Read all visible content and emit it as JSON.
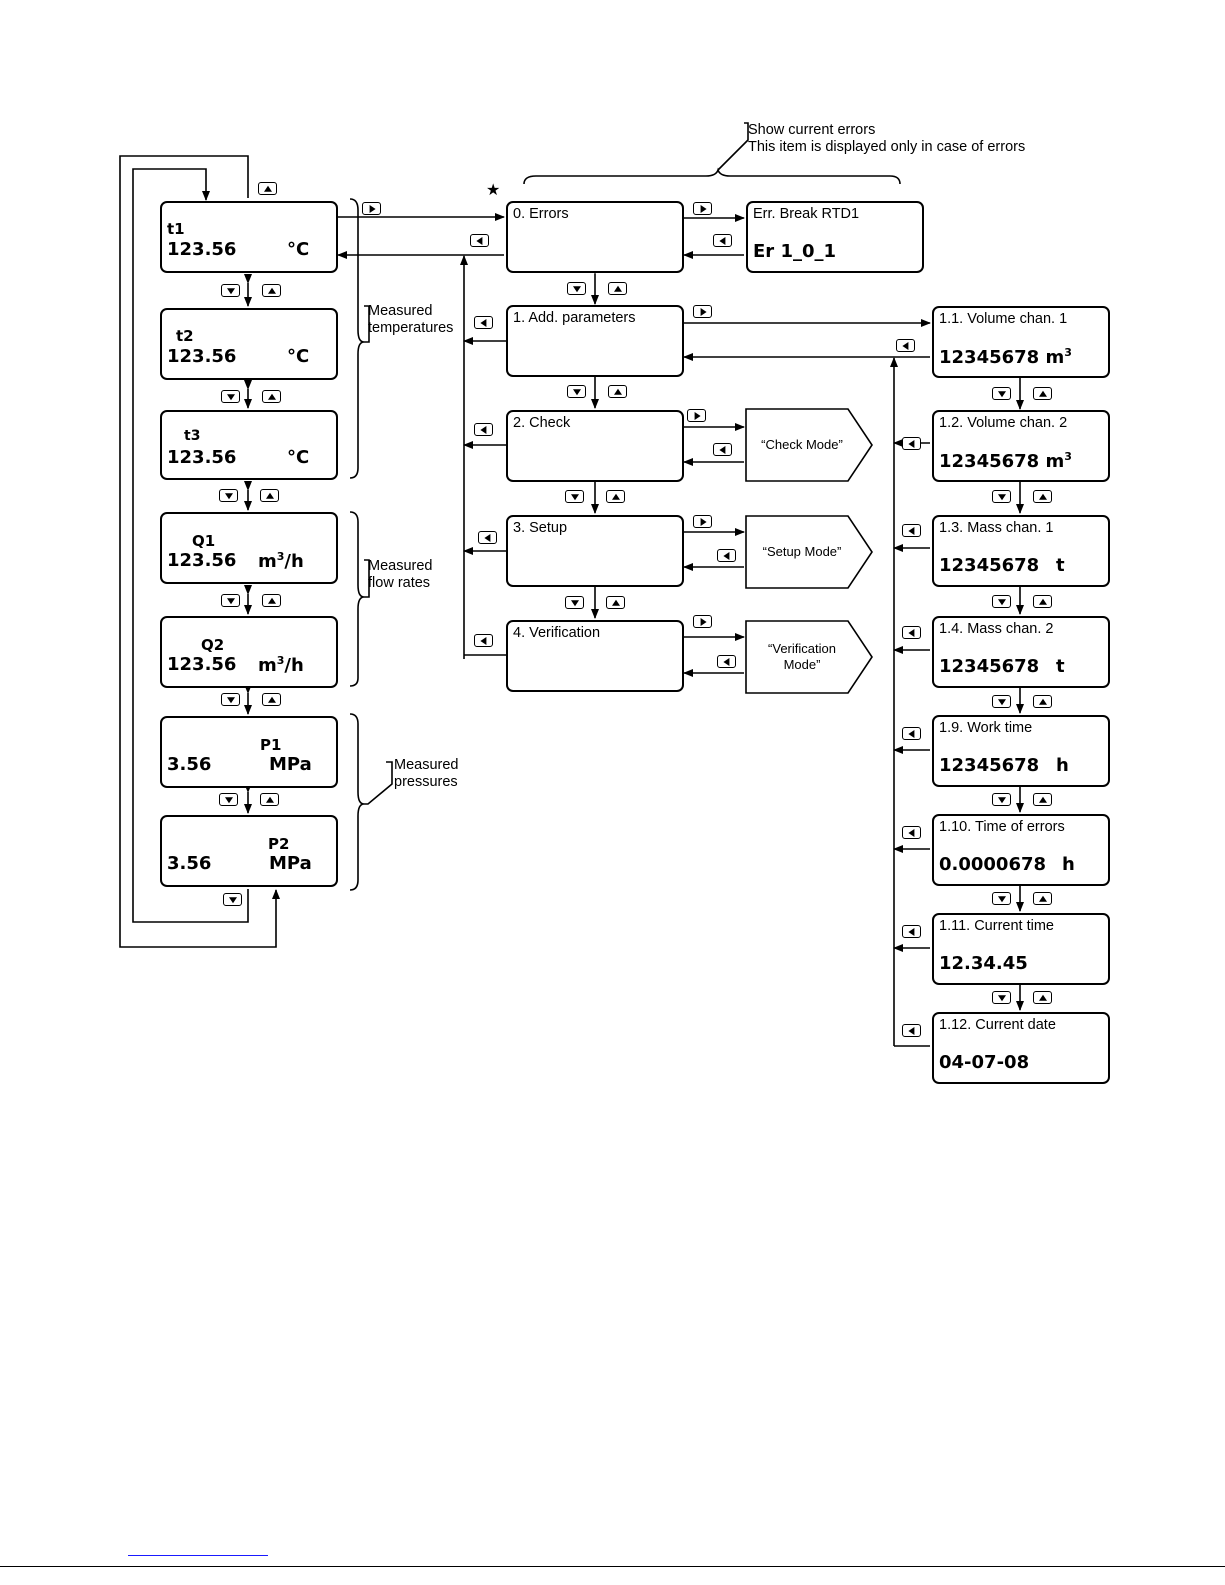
{
  "left_column": {
    "t1": {
      "name": "t1",
      "value": "123.56",
      "unit": "°C"
    },
    "t2": {
      "name": "t2",
      "value": "123.56",
      "unit": "°C"
    },
    "t3": {
      "name": "t3",
      "value": "123.56",
      "unit": "°C"
    },
    "q1": {
      "name": "Q1",
      "value": "123.56",
      "unit_base": "m",
      "unit_sup": "3",
      "unit_tail": "/h"
    },
    "q2": {
      "name": "Q2",
      "value": "123.56",
      "unit_base": "m",
      "unit_sup": "3",
      "unit_tail": "/h"
    },
    "p1": {
      "name": "P1",
      "value": "3.56",
      "unit": "MPa"
    },
    "p2": {
      "name": "P2",
      "value": "3.56",
      "unit": "MPa"
    }
  },
  "annotations": {
    "temperatures": [
      "Measured",
      "temperatures"
    ],
    "flow_rates": [
      "Measured",
      "flow rates"
    ],
    "pressures": [
      "Measured",
      "pressures"
    ],
    "errors_note": [
      "Show current errors",
      "This item is displayed only in case of errors"
    ],
    "star": "★"
  },
  "menu": {
    "errors": "0. Errors",
    "add_parameters": "1. Add. parameters",
    "check": "2. Check",
    "setup": "3. Setup",
    "verification": "4. Verification"
  },
  "error_detail": {
    "title": "Err. Break RTD1",
    "code": "Er 1_0_1"
  },
  "modes": {
    "check": "“Check Mode”",
    "setup": "“Setup Mode”",
    "verification": [
      "“Verification",
      "Mode”"
    ]
  },
  "params": [
    {
      "title": "1.1. Volume chan. 1",
      "value": "12345678",
      "unit_base": "m",
      "unit_sup": "3"
    },
    {
      "title": "1.2. Volume chan. 2",
      "value": "12345678",
      "unit_base": "m",
      "unit_sup": "3"
    },
    {
      "title": "1.3. Mass chan. 1",
      "value": "12345678",
      "unit": "t"
    },
    {
      "title": "1.4. Mass chan. 2",
      "value": "12345678",
      "unit": "t"
    },
    {
      "title": "1.9. Work time",
      "value": "12345678",
      "unit": "h"
    },
    {
      "title": "1.10. Time of errors",
      "value": "0.0000678",
      "unit": "h"
    },
    {
      "title": "1.11. Current time",
      "value": "12.34.45"
    },
    {
      "title": "1.12. Current date",
      "value": "04-07-08"
    }
  ],
  "keys": {
    "up": "up-key-icon",
    "down": "down-key-icon",
    "left": "left-key-icon",
    "right": "right-key-icon"
  }
}
